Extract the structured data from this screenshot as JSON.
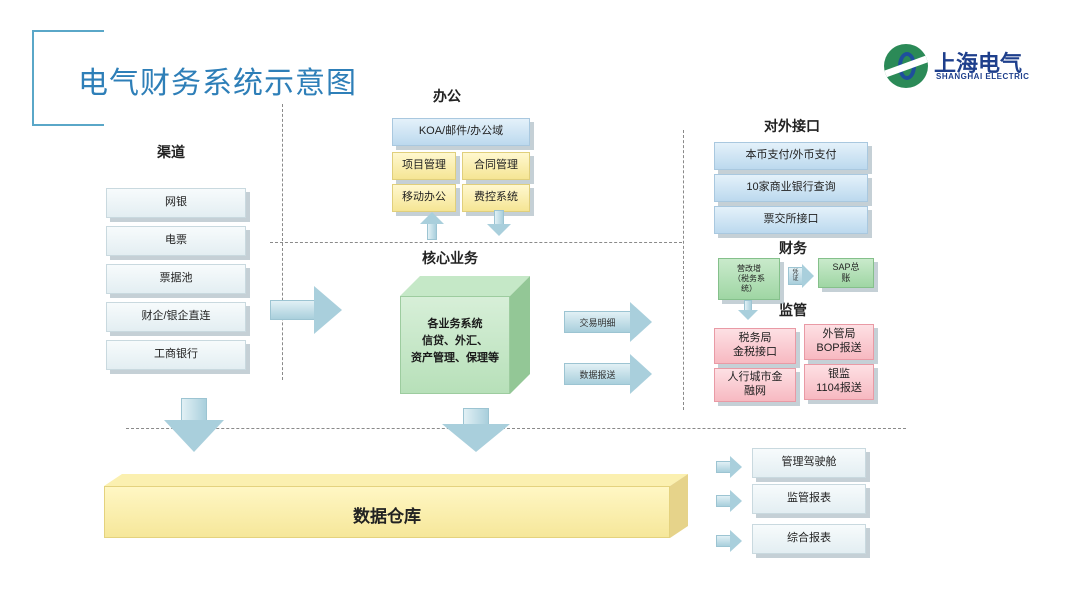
{
  "title": "电气财务系统示意图",
  "logo": {
    "cn": "上海电气",
    "en": "SHANGHAI ELECTRIC"
  },
  "sections": {
    "channel": "渠道",
    "office": "办公",
    "external": "对外接口",
    "core": "核心业务",
    "finance": "财务",
    "supervision": "监管"
  },
  "channel_items": [
    "网银",
    "电票",
    "票据池",
    "财企/银企直连",
    "工商银行"
  ],
  "office_items": {
    "top": "KOA/邮件/办公域",
    "cells": [
      "项目管理",
      "合同管理",
      "移动办公",
      "费控系统"
    ]
  },
  "external_items": [
    "本币支付/外币支付",
    "10家商业银行查询",
    "票交所接口"
  ],
  "finance_items": {
    "left": "营改增\n（税务系\n统）",
    "arrow": "凭\n证",
    "right": "SAP总\n账"
  },
  "supervision_items": [
    "税务局\n金税接口",
    "外管局\nBOP报送",
    "人行城市金\n融网",
    "银监\n1104报送"
  ],
  "core": {
    "line1": "各业务系统",
    "line2": "信贷、外汇、",
    "line3": "资产管理、保理等"
  },
  "core_arrows": [
    "交易明细",
    "数据报送"
  ],
  "data_warehouse": "数据仓库",
  "reports": [
    "管理驾驶舱",
    "监管报表",
    "综合报表"
  ],
  "colors": {
    "title": "#2e7fb8",
    "logo_green": "#2b8a57",
    "logo_blue": "#1e3f8c",
    "core_green": "#b7e0b9",
    "office_yellow": "#f5e594",
    "external_blue": "#bcd9ee",
    "supervision_pink": "#f7b9c1",
    "arrow": "#a9cfdc"
  }
}
